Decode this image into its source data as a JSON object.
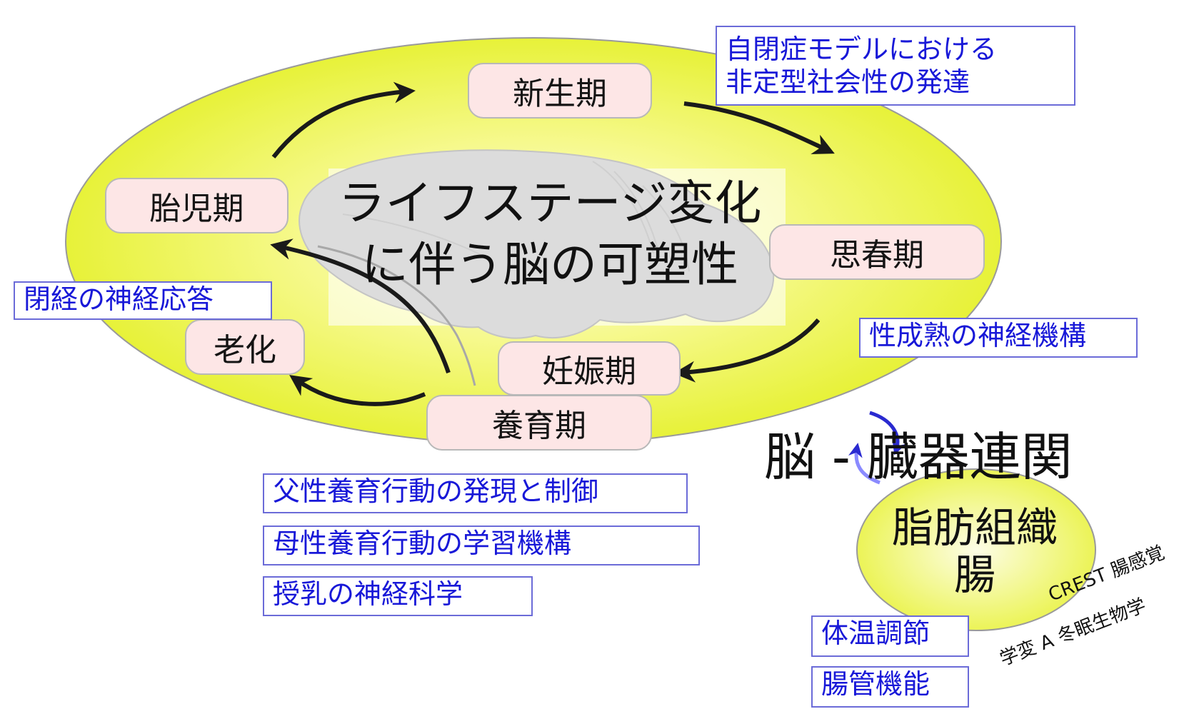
{
  "center": {
    "line1": "ライフステージ変化",
    "line2": "に伴う脳の可塑性"
  },
  "stages": {
    "shinsei": "新生期",
    "taiji": "胎児期",
    "shishun": "思春期",
    "rouka": "老化",
    "ninshin": "妊娠期",
    "youiku": "養育期"
  },
  "notes": {
    "autism_line1": "自閉症モデルにおける",
    "autism_line2": "非定型社会性の発達",
    "menopause": "閉経の神経応答",
    "puberty": "性成熟の神経機構",
    "paternal": "父性養育行動の発現と制御",
    "maternal": "母性養育行動の学習機構",
    "lactation": "授乳の神経科学"
  },
  "organ": {
    "title": "脳 - 臓器連関",
    "tissue": "脂肪組織",
    "gut": "腸",
    "thermo": "体温調節",
    "intestinal": "腸管機能"
  },
  "labels": {
    "crest": "CREST 腸感覚",
    "hibernation": "学変 A 冬眠生物学"
  },
  "colors": {
    "ellipse_center": "#fbfcc9",
    "ellipse_edge": "#e4f028",
    "stage_fill": "#fde6e6",
    "note_text": "#1818d8",
    "note_border": "#6b6bd8"
  }
}
